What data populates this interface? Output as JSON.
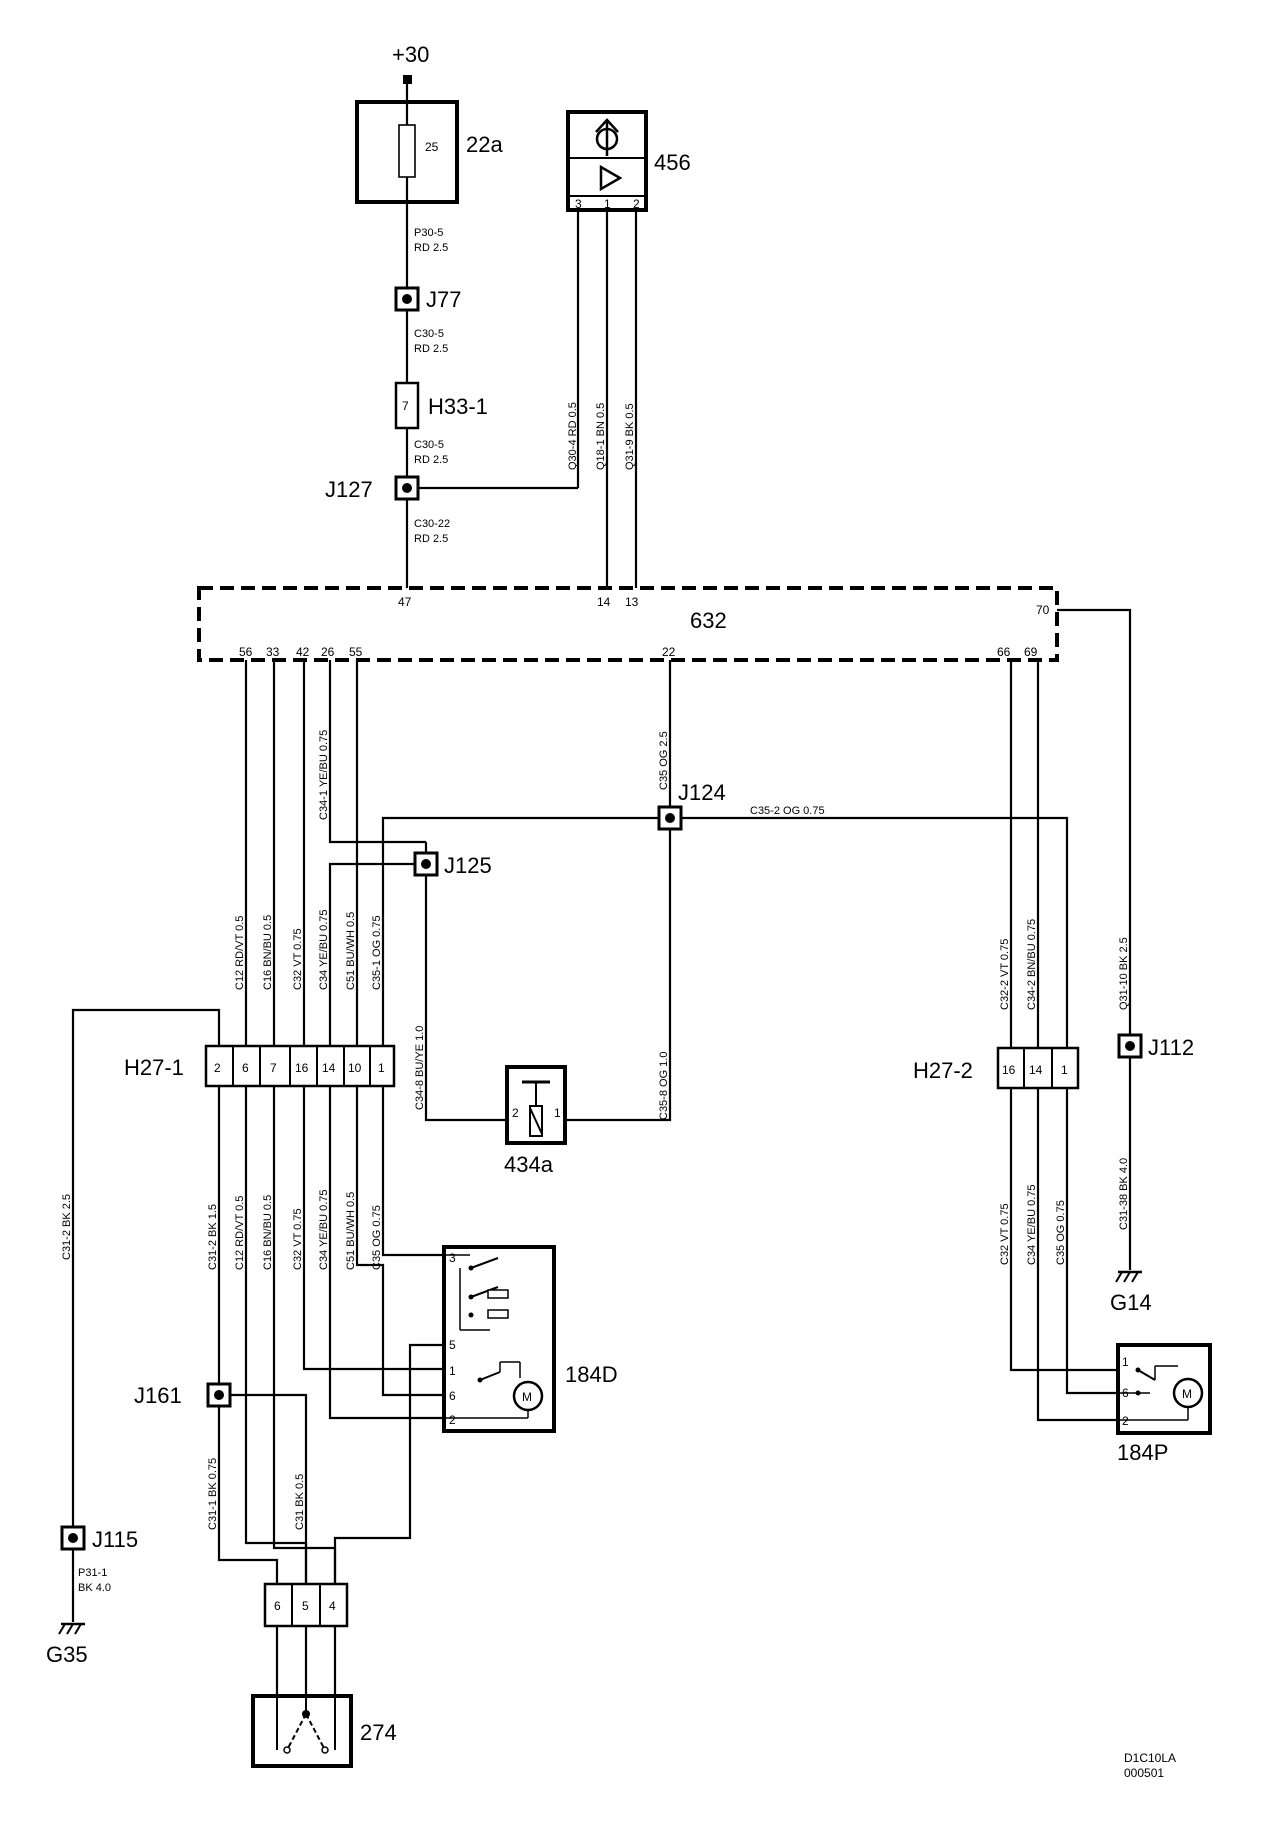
{
  "components": {
    "supply": {
      "label": "+30"
    },
    "fuse": {
      "label": "22a",
      "rating": "25"
    },
    "sensor": {
      "label": "456",
      "pins": [
        "3",
        "1",
        "2"
      ]
    },
    "j77": {
      "label": "J77"
    },
    "h33": {
      "label": "H33-1",
      "pin": "7"
    },
    "j127": {
      "label": "J127"
    },
    "control_unit": {
      "label": "632",
      "pins_top": [
        "47",
        "14",
        "13"
      ],
      "pins_bottom": [
        "56",
        "33",
        "42",
        "26",
        "55",
        "22",
        "66",
        "69"
      ],
      "pin_right": "70"
    },
    "j124": {
      "label": "J124"
    },
    "j125": {
      "label": "J125"
    },
    "h27_1": {
      "label": "H27-1",
      "pins": [
        "2",
        "6",
        "7",
        "16",
        "14",
        "10",
        "1"
      ]
    },
    "h27_2": {
      "label": "H27-2",
      "pins": [
        "16",
        "14",
        "1"
      ]
    },
    "relay": {
      "label": "434a",
      "pins": [
        "2",
        "1"
      ]
    },
    "j112": {
      "label": "J112"
    },
    "g14": {
      "label": "G14"
    },
    "motor_d": {
      "label": "184D",
      "pins": [
        "3",
        "5",
        "1",
        "6",
        "2"
      ],
      "motor": "M"
    },
    "motor_p": {
      "label": "184P",
      "pins": [
        "1",
        "6",
        "2"
      ],
      "motor": "M"
    },
    "j161": {
      "label": "J161"
    },
    "j115": {
      "label": "J115"
    },
    "g35": {
      "label": "G35"
    },
    "connector_274": {
      "pins": [
        "6",
        "5",
        "4"
      ]
    },
    "switch_274": {
      "label": "274"
    }
  },
  "wires": {
    "p30_5": {
      "id": "P30-5",
      "spec": "RD  2.5"
    },
    "c30_5a": {
      "id": "C30-5",
      "spec": "RD  2.5"
    },
    "c30_5b": {
      "id": "C30-5",
      "spec": "RD  2.5"
    },
    "c30_22": {
      "id": "C30-22",
      "spec": "RD   2.5"
    },
    "q30_4": {
      "text": "Q30-4   RD   0.5"
    },
    "q18_1": {
      "text": "Q18-1   BN   0.5"
    },
    "q31_9": {
      "text": "Q31-9   BK   0.5"
    },
    "c34_1": {
      "text": "C34-1   YE/BU   0.75"
    },
    "c35_top": {
      "text": "C35   OG   2.5"
    },
    "c35_2": {
      "text": "C35-2   OG   0.75"
    },
    "c12_up": {
      "text": "C12   RD/VT   0.5"
    },
    "c16_up": {
      "text": "C16   BN/BU   0.5"
    },
    "c32_up": {
      "text": "C32   VT   0.75"
    },
    "c34_up": {
      "text": "C34   YE/BU   0.75"
    },
    "c51_up": {
      "text": "C51   BU/WH   0.5"
    },
    "c35_1": {
      "text": "C35-1   OG   0.75"
    },
    "c34_8": {
      "text": "C34-8   BU/YE   1.0"
    },
    "c35_8": {
      "text": "C35-8   OG   1.0"
    },
    "c32_2": {
      "text": "C32-2   VT   0.75"
    },
    "c34_2": {
      "text": "C34-2   BN/BU   0.75"
    },
    "q31_10": {
      "text": "Q31-10   BK   2.5"
    },
    "c31_38": {
      "text": "C31-38   BK   4.0"
    },
    "c32_p": {
      "text": "C32   VT   0.75"
    },
    "c34_p": {
      "text": "C34   YE/BU   0.75"
    },
    "c35_p": {
      "text": "C35   OG   0.75"
    },
    "c31_2": {
      "text": "C31-2   BK   2.5"
    },
    "c31_2b": {
      "text": "C31-2   BK   1.5"
    },
    "c12_dn": {
      "text": "C12   RD/VT   0.5"
    },
    "c16_dn": {
      "text": "C16   BN/BU   0.5"
    },
    "c32_dn": {
      "text": "C32   VT   0.75"
    },
    "c34_dn": {
      "text": "C34   YE/BU   0.75"
    },
    "c51_dn": {
      "text": "C51   BU/WH   0.5"
    },
    "c35_dn": {
      "text": "C35   OG   0.75"
    },
    "c31_1": {
      "text": "C31-1   BK   0.75"
    },
    "c31": {
      "text": "C31   BK   0.5"
    },
    "p31_1": {
      "id": "P31-1",
      "spec": "BK   4.0"
    }
  },
  "reference": {
    "code": "D1C10LA",
    "date": "000501"
  }
}
